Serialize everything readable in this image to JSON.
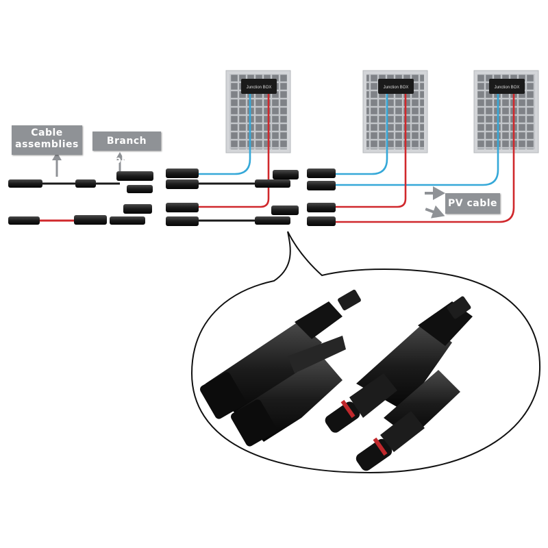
{
  "labels": {
    "cable_assemblies": [
      "Cable",
      "assemblies"
    ],
    "branch_plug": "Branch plug",
    "pv_cable": "PV cable"
  },
  "panels": [
    {
      "junction_box": "Junction BOX"
    },
    {
      "junction_box": "Junction BOX"
    },
    {
      "junction_box": "Junction BOX"
    }
  ],
  "colors": {
    "positive_cable": "#d0282c",
    "negative_cable": "#35a8d8",
    "connector": "#1e1e1e",
    "panel_frame": "#c9cccf",
    "panel_cell": "#8a8d92",
    "label_background": "#8f9296"
  }
}
